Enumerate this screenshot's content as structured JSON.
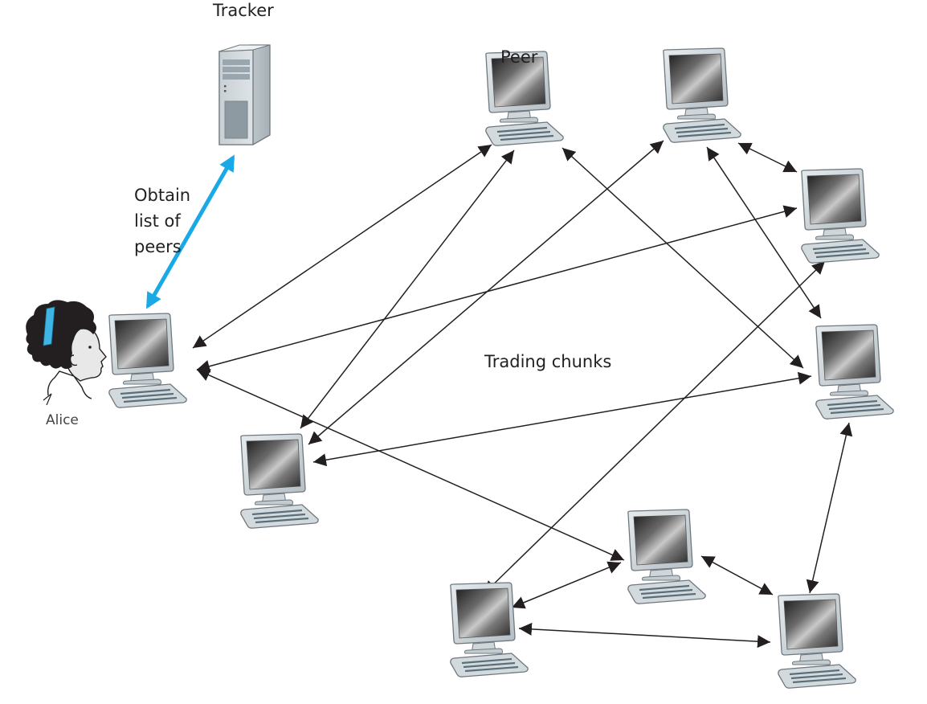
{
  "labels": {
    "tracker": "Tracker",
    "peer": "Peer",
    "obtain": "Obtain\nlist of\npeers",
    "trading": "Trading chunks",
    "alice": "Alice"
  },
  "colors": {
    "arrow": "#231f20",
    "tracker_arrow": "#19a9e6",
    "alice_headband": "#3fb5e6"
  },
  "nodes": [
    {
      "id": "alice-pc",
      "kind": "computer",
      "name": "Alice's computer"
    },
    {
      "id": "peer-top",
      "kind": "computer",
      "name": "Peer"
    },
    {
      "id": "peer-top-right",
      "kind": "computer",
      "name": "Peer"
    },
    {
      "id": "peer-right-upper",
      "kind": "computer",
      "name": "Peer"
    },
    {
      "id": "peer-right-middle",
      "kind": "computer",
      "name": "Peer"
    },
    {
      "id": "peer-left-lower",
      "kind": "computer",
      "name": "Peer"
    },
    {
      "id": "peer-bottom-middle",
      "kind": "computer",
      "name": "Peer"
    },
    {
      "id": "peer-bottom-left",
      "kind": "computer",
      "name": "Peer"
    },
    {
      "id": "peer-bottom-right",
      "kind": "computer",
      "name": "Peer"
    },
    {
      "id": "tracker",
      "kind": "server",
      "name": "Tracker"
    }
  ],
  "connections": [
    {
      "from": "alice-pc",
      "to": "tracker",
      "type": "tracker"
    },
    {
      "from": "alice-pc",
      "to": "peer-top",
      "type": "trade"
    },
    {
      "from": "alice-pc",
      "to": "peer-right-upper",
      "type": "trade"
    },
    {
      "from": "alice-pc",
      "to": "peer-bottom-middle",
      "type": "trade"
    },
    {
      "from": "peer-top",
      "to": "peer-left-lower",
      "type": "trade"
    },
    {
      "from": "peer-top",
      "to": "peer-right-middle",
      "type": "trade"
    },
    {
      "from": "peer-top-right",
      "to": "peer-left-lower",
      "type": "trade"
    },
    {
      "from": "peer-top-right",
      "to": "peer-right-upper",
      "type": "trade"
    },
    {
      "from": "peer-top-right",
      "to": "peer-right-middle",
      "type": "trade"
    },
    {
      "from": "peer-right-upper",
      "to": "peer-bottom-left",
      "type": "trade"
    },
    {
      "from": "peer-right-middle",
      "to": "peer-left-lower",
      "type": "trade"
    },
    {
      "from": "peer-right-middle",
      "to": "peer-bottom-right",
      "type": "trade"
    },
    {
      "from": "peer-bottom-middle",
      "to": "peer-bottom-left",
      "type": "trade"
    },
    {
      "from": "peer-bottom-middle",
      "to": "peer-bottom-right",
      "type": "trade"
    },
    {
      "from": "peer-bottom-left",
      "to": "peer-bottom-right",
      "type": "trade"
    }
  ]
}
